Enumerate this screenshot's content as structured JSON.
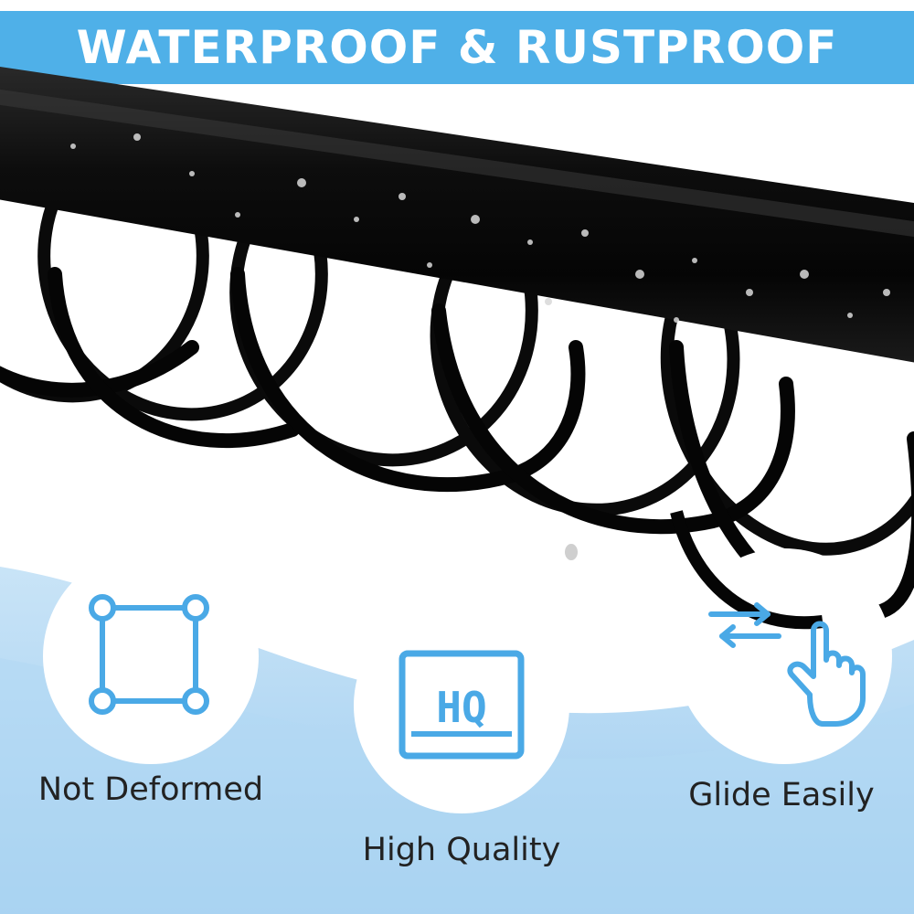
{
  "banner": {
    "title": "WATERPROOF & RUSTPROOF"
  },
  "features": [
    {
      "label": "Not Deformed",
      "icon": "square-nodes-icon"
    },
    {
      "label": "High Quality",
      "icon": "hq-badge-icon",
      "badge_text": "HQ"
    },
    {
      "label": "Glide Easily",
      "icon": "glide-hand-icon"
    }
  ],
  "colors": {
    "banner": "#4fb0e8",
    "accent": "#4aa9e6",
    "background_blue": "#a9d3f2",
    "rod": "#111111",
    "ring": "#0a0a0a"
  }
}
